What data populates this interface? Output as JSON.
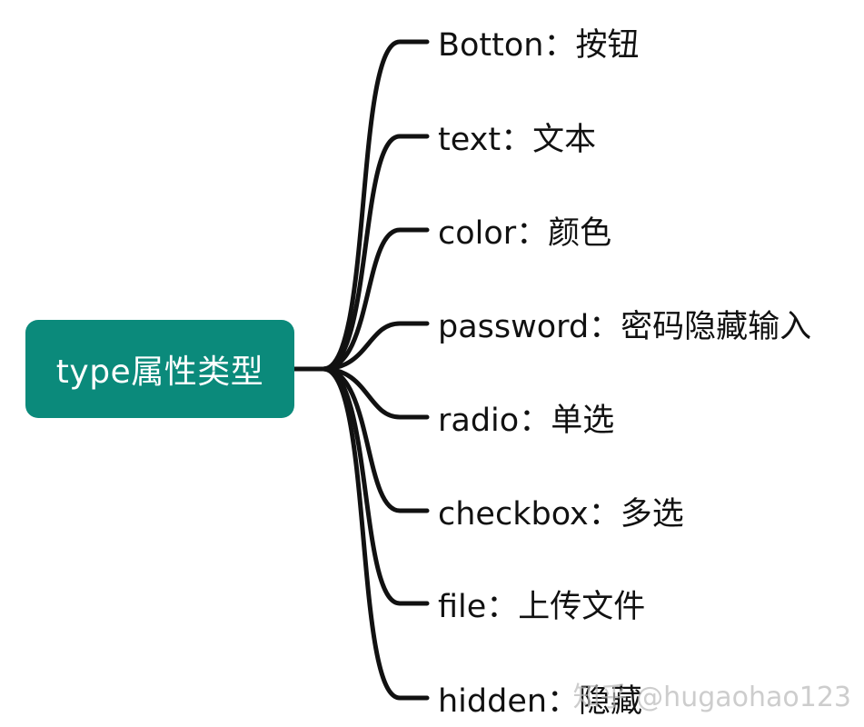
{
  "root": {
    "label": "type属性类型",
    "color": "#0b8a7b",
    "text_color": "#ffffff"
  },
  "branches": [
    {
      "label": "Botton：按钮"
    },
    {
      "label": "text：文本"
    },
    {
      "label": "color：颜色"
    },
    {
      "label": "password：密码隐藏输入"
    },
    {
      "label": "radio：单选"
    },
    {
      "label": "checkbox：多选"
    },
    {
      "label": "file：上传文件"
    },
    {
      "label": "hidden：隐藏"
    }
  ],
  "watermark": "知乎 @hugaohao123",
  "line_color": "#111111"
}
